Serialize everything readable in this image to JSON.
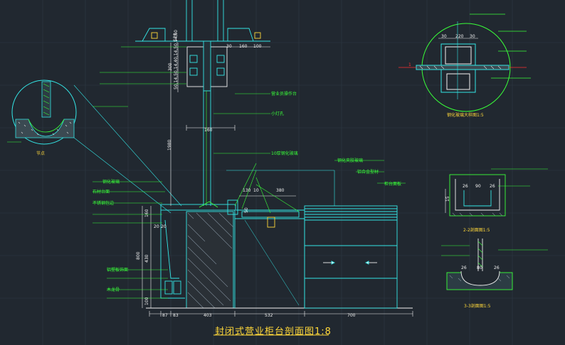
{
  "drawing": {
    "title": "封闭式营业柜台剖面图1:8",
    "colors": {
      "background": "#212830",
      "grid": "#2f3a44",
      "line_cyan": "#34e6e6",
      "line_green": "#39ff39",
      "line_white": "#f2f2f2",
      "title_yellow": "#ffd83a",
      "hatch_gray": "#7d8a96",
      "red_mark": "#ff3030"
    }
  },
  "main_section": {
    "dims_top": [
      "30",
      "160",
      "100"
    ],
    "dims_vertical_top": [
      "120",
      "300",
      "50,14,50,14,40,14,50,14,50"
    ],
    "dim_mid": "160",
    "dim_vertical_mid": "1980",
    "dims_counter_top": [
      "130",
      "10",
      "380"
    ],
    "dims_bottom": [
      "87",
      "83",
      "403",
      "532",
      "700"
    ],
    "dims_vertical_left": [
      "160",
      "800",
      "430",
      "100"
    ],
    "dims_small": [
      "20",
      "20",
      "50"
    ],
    "labels_right": [
      "营业员操作台",
      "小灯孔",
      "10厚钢化玻璃",
      "钢化夹胶玻璃",
      "铝合金型材",
      "柜台面板"
    ],
    "labels_left": [
      "钢化玻璃",
      "石材台面",
      "不锈钢包边",
      "铝塑板饰面",
      "木龙骨"
    ]
  },
  "detail_circle": {
    "label": "节点"
  },
  "detail_top_right": {
    "dims": [
      "30",
      "220",
      "30"
    ],
    "caption": "钢化玻璃大样图1:5",
    "marker": "1"
  },
  "section_2": {
    "dims": [
      "26",
      "90",
      "26"
    ],
    "dim_v": "15",
    "caption": "2-2剖面图1:5"
  },
  "section_3": {
    "dims": [
      "26",
      "80",
      "26"
    ],
    "caption": "3-3剖面图1:5"
  }
}
